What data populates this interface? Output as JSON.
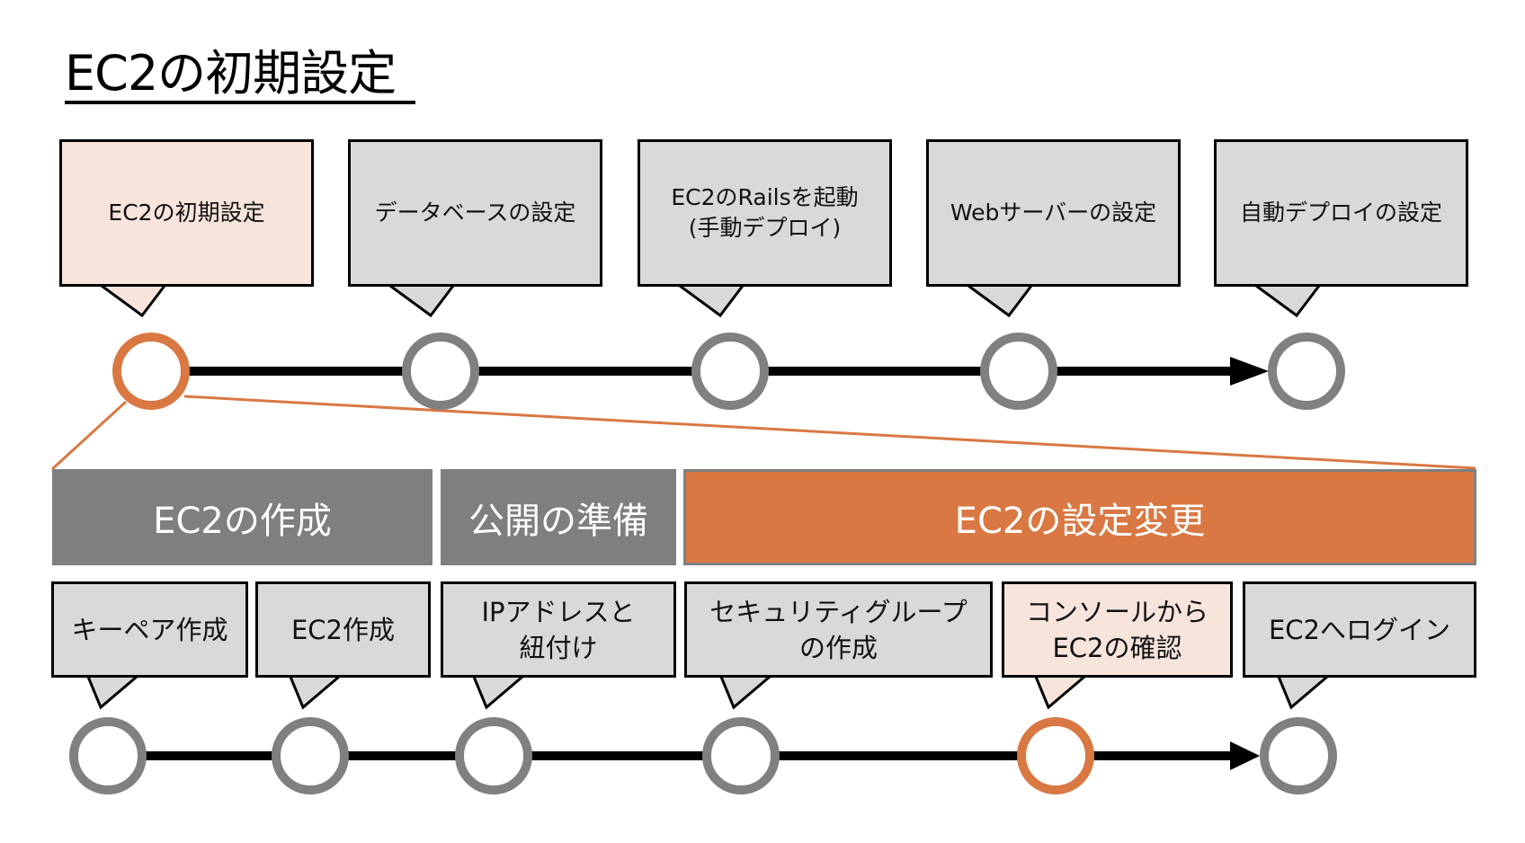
{
  "title": "EC2の初期設定",
  "colors": {
    "accent": "#D97843",
    "node_default": "#808080",
    "box_default": "#D9D9D9",
    "box_highlight": "#F7E4DA",
    "phase_gray": "#7F7F7F",
    "line": "#000000"
  },
  "top_timeline": {
    "steps": [
      {
        "label": "EC2の初期設定",
        "highlighted": true
      },
      {
        "label": "データベースの設定",
        "highlighted": false
      },
      {
        "label": "EC2のRailsを起動\n(手動デプロイ)",
        "highlighted": false
      },
      {
        "label": "Webサーバーの設定",
        "highlighted": false
      },
      {
        "label": "自動デプロイの設定",
        "highlighted": false
      }
    ]
  },
  "phases": [
    {
      "label": "EC2の作成",
      "style": "gray"
    },
    {
      "label": "公開の準備",
      "style": "gray"
    },
    {
      "label": "EC2の設定変更",
      "style": "orange"
    }
  ],
  "bottom_timeline": {
    "steps": [
      {
        "label": "キーペア作成",
        "highlighted": false
      },
      {
        "label": "EC2作成",
        "highlighted": false
      },
      {
        "label": "IPアドレスと\n紐付け",
        "highlighted": false
      },
      {
        "label": "セキュリティグループ\nの作成",
        "highlighted": false
      },
      {
        "label": "コンソールから\nEC2の確認",
        "highlighted": true
      },
      {
        "label": "EC2へログイン",
        "highlighted": false
      }
    ]
  }
}
